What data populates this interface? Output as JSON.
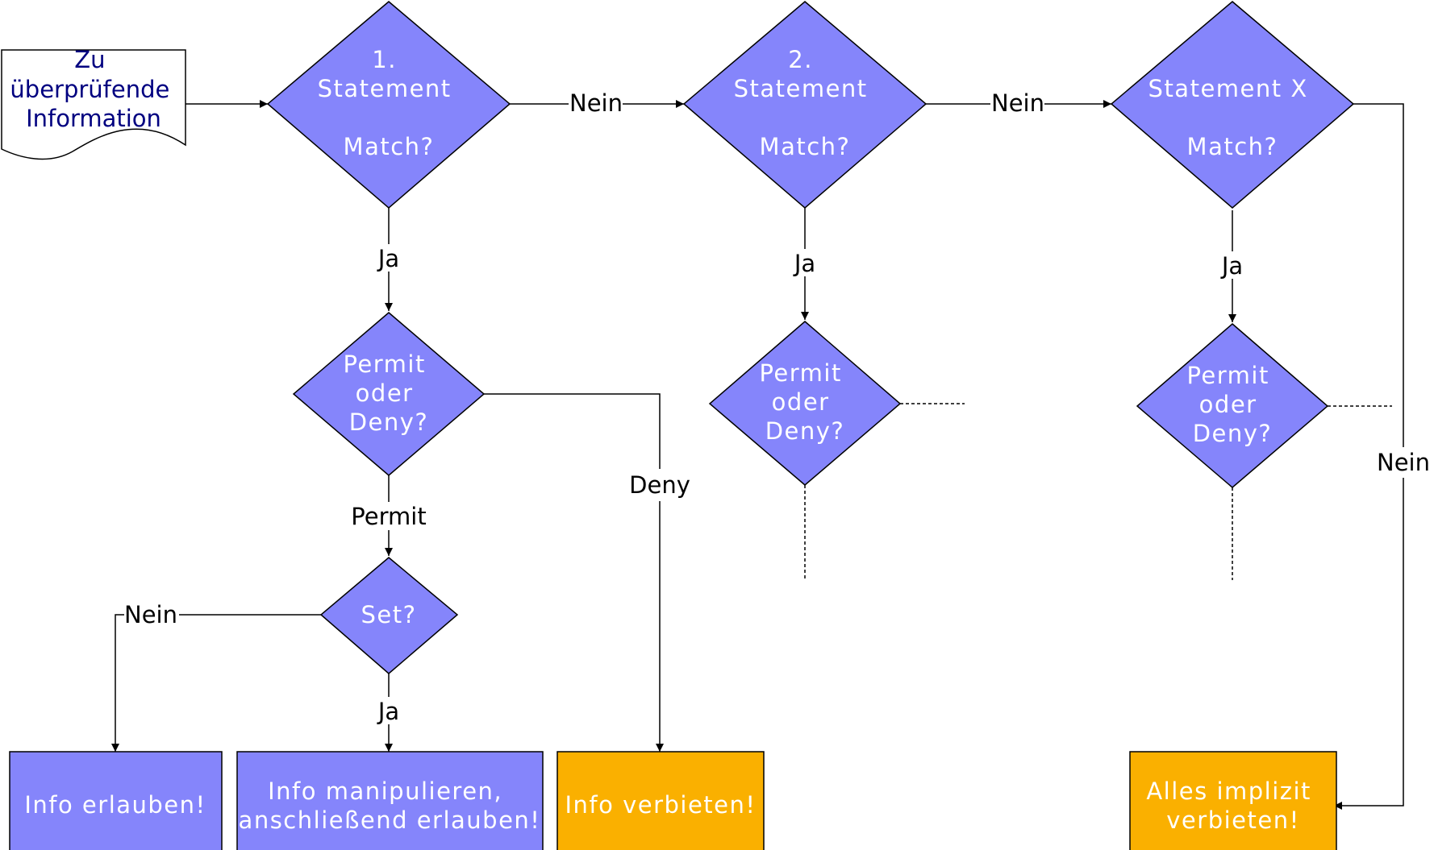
{
  "colors": {
    "decision_fill": "#8585fb",
    "allow_box_fill": "#8585fb",
    "deny_box_fill": "#fab000",
    "stroke": "#000000",
    "document_text": "#000080",
    "shape_text": "#ffffff",
    "background": "#ffffff"
  },
  "input_document": {
    "lines": [
      "Zu",
      "überprüfende",
      "Information"
    ]
  },
  "decisions": {
    "statement1": {
      "lines": [
        "1.",
        "Statement",
        "",
        "Match?"
      ]
    },
    "statement2": {
      "lines": [
        "2.",
        "Statement",
        "",
        "Match?"
      ]
    },
    "statementx": {
      "lines": [
        "Statement X",
        "",
        "Match?"
      ]
    },
    "permit_deny_1": {
      "lines": [
        "Permit",
        "oder",
        "Deny?"
      ]
    },
    "permit_deny_2": {
      "lines": [
        "Permit",
        "oder",
        "Deny?"
      ]
    },
    "permit_deny_x": {
      "lines": [
        "Permit",
        "oder",
        "Deny?"
      ]
    },
    "set": {
      "lines": [
        "Set?"
      ]
    }
  },
  "outcomes": {
    "allow": {
      "lines": [
        "Info erlauben!"
      ]
    },
    "manipulate": {
      "lines": [
        "Info manipulieren,",
        "anschließend erlauben!"
      ]
    },
    "deny": {
      "lines": [
        "Info verbieten!"
      ]
    },
    "implicit_deny": {
      "lines": [
        "Alles implizit",
        "verbieten!"
      ]
    }
  },
  "edge_labels": {
    "s1_no": "Nein",
    "s2_no": "Nein",
    "sx_no": "Nein",
    "s1_yes": "Ja",
    "s2_yes": "Ja",
    "sx_yes": "Ja",
    "pd1_permit": "Permit",
    "pd1_deny": "Deny",
    "set_no": "Nein",
    "set_yes": "Ja"
  }
}
